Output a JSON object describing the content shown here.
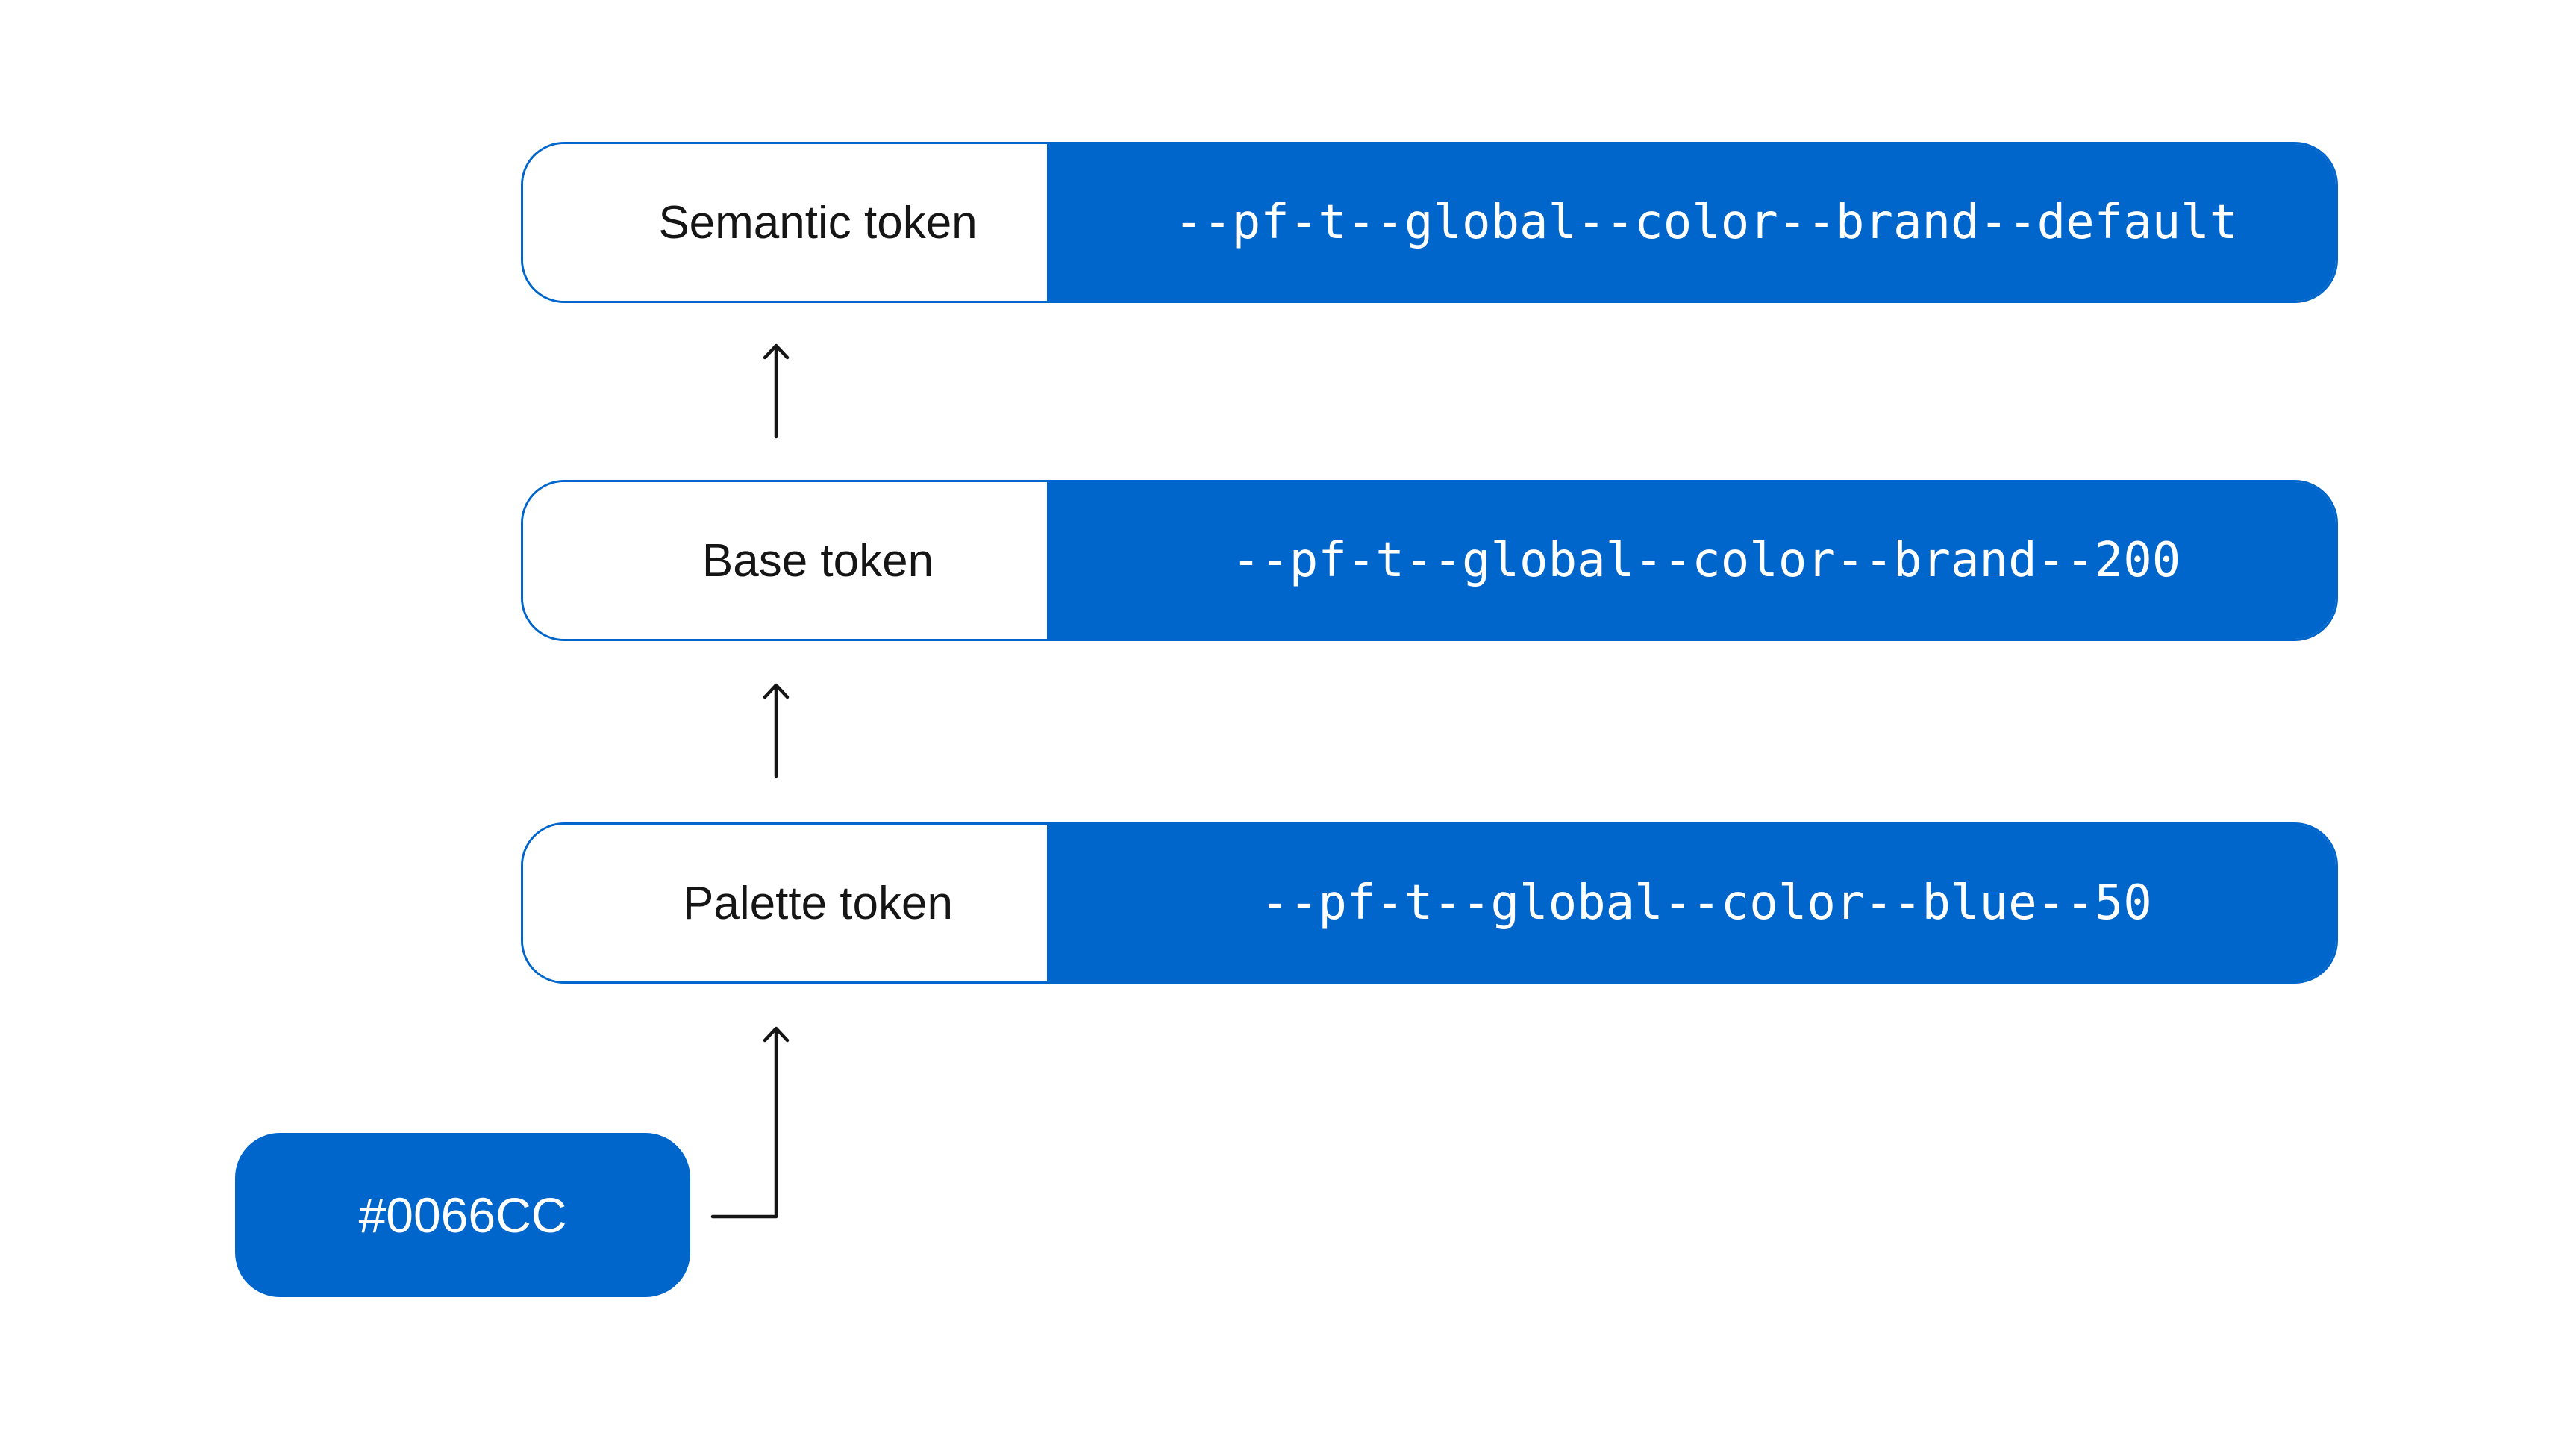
{
  "colors": {
    "brand_blue": "#0066CC",
    "text_dark": "#151515",
    "arrow": "#151515",
    "surface_white": "#FFFFFF"
  },
  "diagram": {
    "rows": [
      {
        "label": "Semantic token",
        "token": "--pf-t--global--color--brand--default"
      },
      {
        "label": "Base token",
        "token": "--pf-t--global--color--brand--200"
      },
      {
        "label": "Palette token",
        "token": "--pf-t--global--color--blue--50"
      }
    ],
    "hex_chip": {
      "value": "#0066CC"
    },
    "icons": {
      "up_arrow": "↑"
    }
  }
}
